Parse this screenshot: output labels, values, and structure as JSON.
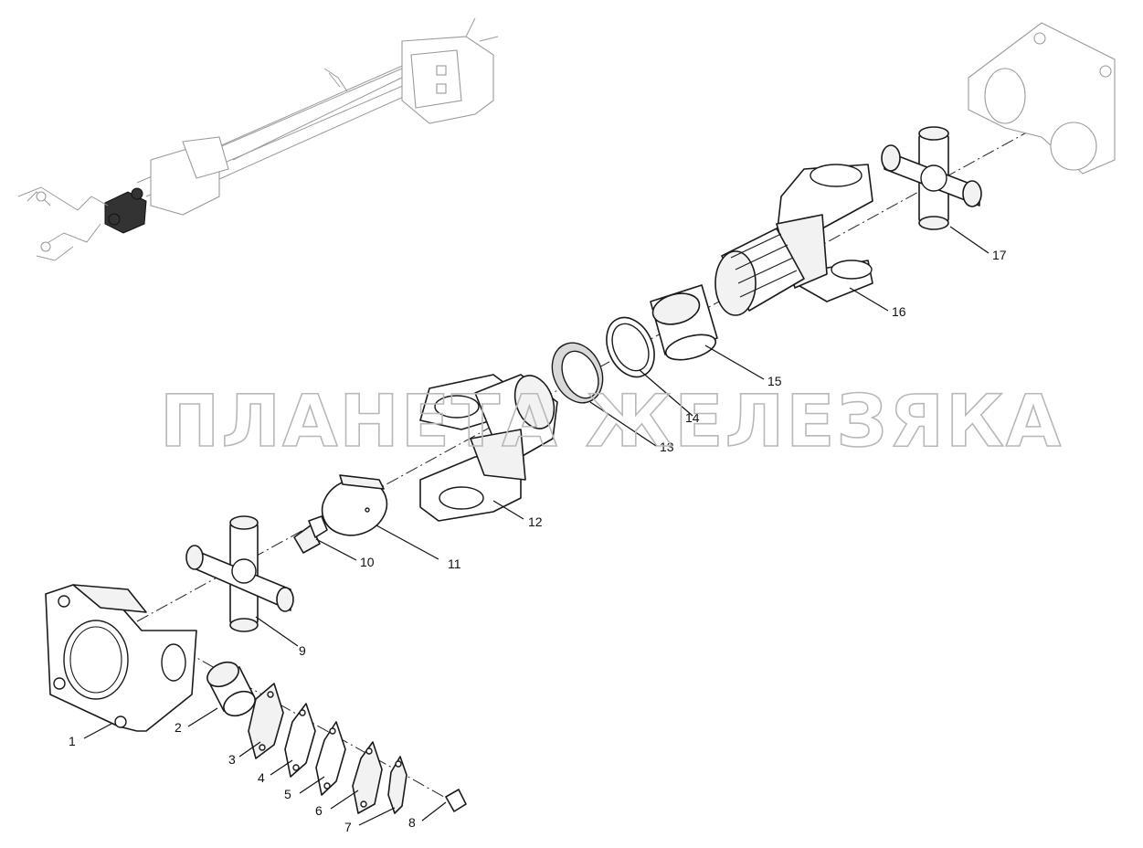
{
  "watermark": "ПЛАНЕТА ЖЕЛЕЗЯКА",
  "callouts": [
    "1",
    "2",
    "3",
    "4",
    "5",
    "6",
    "7",
    "8",
    "9",
    "10",
    "11",
    "12",
    "13",
    "14",
    "15",
    "16",
    "17"
  ]
}
